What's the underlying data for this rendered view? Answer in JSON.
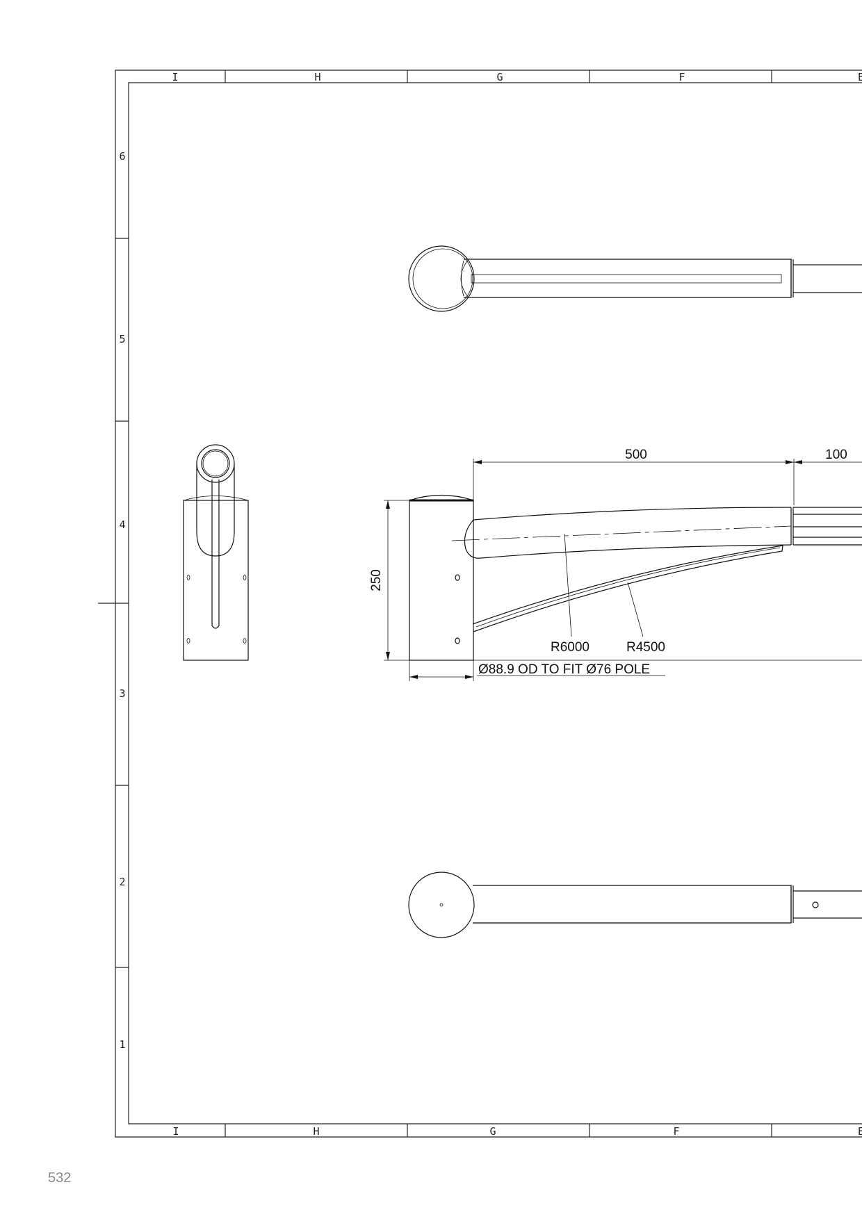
{
  "sheet": {
    "columns_top": [
      "I",
      "H",
      "G",
      "F",
      "E"
    ],
    "columns_bottom": [
      "I",
      "H",
      "G",
      "F",
      "E"
    ],
    "rows": [
      "6",
      "5",
      "4",
      "3",
      "2",
      "1"
    ]
  },
  "dimensions": {
    "arm_length": "500",
    "extension_length": "100",
    "sleeve_height": "250",
    "radius_upper": "R6000",
    "radius_lower": "R4500",
    "sleeve_note": "Ø88.9 OD TO FIT Ø76 POLE"
  },
  "page_number": "532"
}
